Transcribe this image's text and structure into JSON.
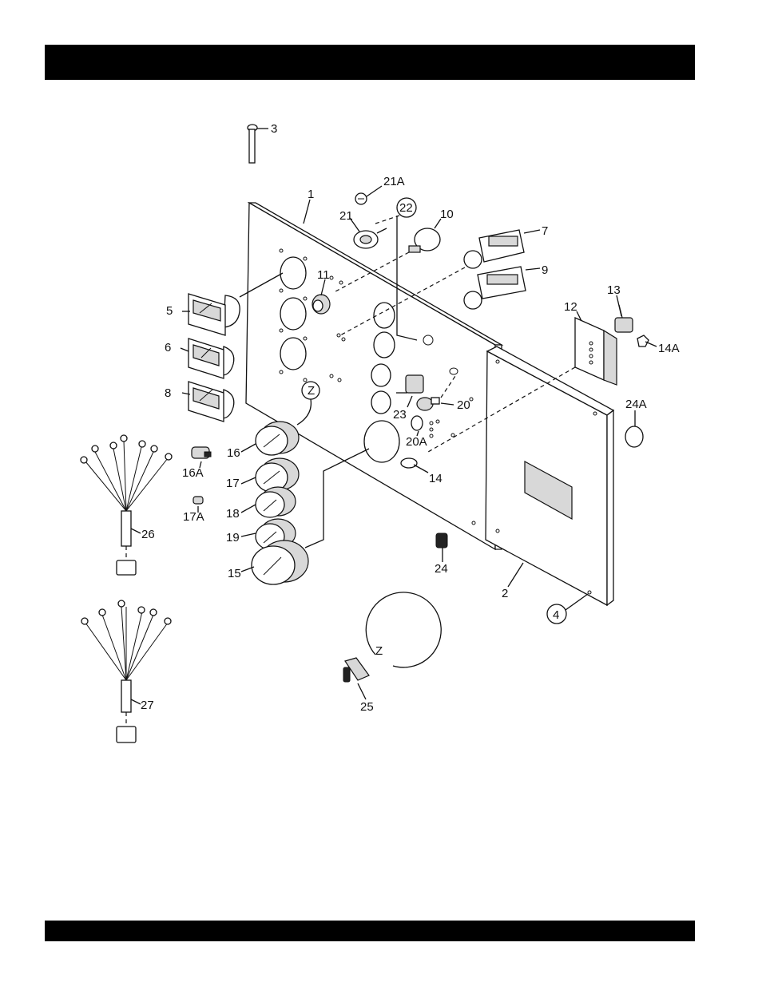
{
  "header": {
    "title": ""
  },
  "footer": {
    "text": ""
  },
  "callouts": {
    "c1": "1",
    "c2": "2",
    "c3": "3",
    "c4": "4",
    "c5": "5",
    "c6": "6",
    "c7": "7",
    "c8": "8",
    "c9": "9",
    "c10": "10",
    "c11": "11",
    "c12": "12",
    "c13": "13",
    "c14": "14",
    "c14a": "14A",
    "c15": "15",
    "c16": "16",
    "c16a": "16A",
    "c17": "17",
    "c17a": "17A",
    "c18": "18",
    "c19": "19",
    "c20": "20",
    "c20a": "20A",
    "c21": "21",
    "c21a": "21A",
    "c22": "22",
    "c23": "23",
    "c24": "24",
    "c24a": "24A",
    "c25": "25",
    "c26": "26",
    "c27": "27",
    "cz1": "Z",
    "cz2": "Z"
  }
}
